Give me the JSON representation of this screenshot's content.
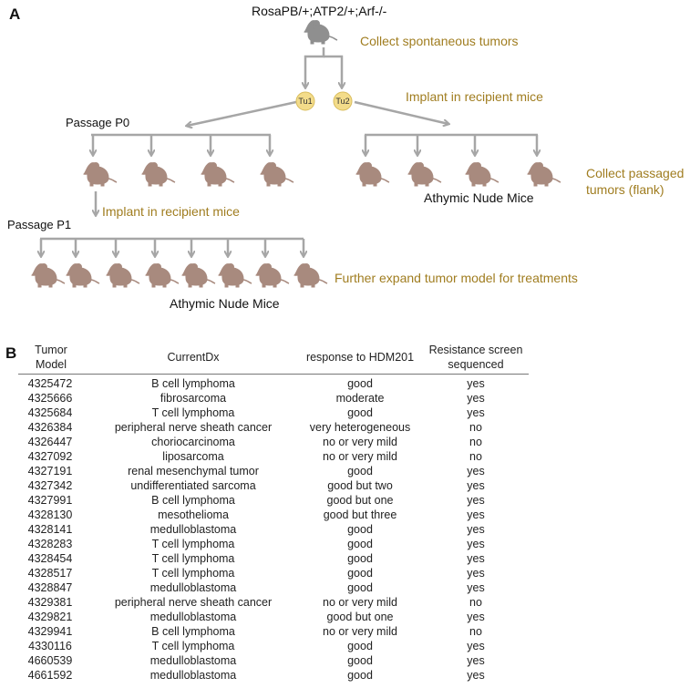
{
  "panel_a": {
    "label": "A",
    "genotype": "RosaPB/+;ATP2/+;Arf-/-",
    "collect_spontaneous": "Collect spontaneous tumors",
    "tumor1": "Tu1",
    "tumor2": "Tu2",
    "implant_top": "Implant in recipient mice",
    "passage_p0": "Passage P0",
    "collect_passaged": "Collect passaged\ntumors (flank)",
    "athymic_right": "Athymic Nude Mice",
    "implant_left": "Implant in recipient mice",
    "passage_p1": "Passage P1",
    "further_expand": "Further expand tumor model for treatments",
    "athymic_bottom": "Athymic Nude Mice",
    "colors": {
      "arrow": "#a6a6a6",
      "mouse_brown": "#a88a7e",
      "mouse_gray": "#8f8f8f",
      "tumor": "#f3dc8a",
      "text_olive": "#a07d20"
    }
  },
  "panel_b": {
    "label": "B",
    "headers": [
      "Tumor\nModel",
      "CurrentDx",
      "response to HDM201",
      "Resistance screen\nsequenced"
    ],
    "rows": [
      [
        "4325472",
        "B cell lymphoma",
        "good",
        "yes"
      ],
      [
        "4325666",
        "fibrosarcoma",
        "moderate",
        "yes"
      ],
      [
        "4325684",
        "T cell lymphoma",
        "good",
        "yes"
      ],
      [
        "4326384",
        "peripheral nerve sheath cancer",
        "very heterogeneous",
        "no"
      ],
      [
        "4326447",
        "choriocarcinoma",
        "no or very mild",
        "no"
      ],
      [
        "4327092",
        "liposarcoma",
        "no or very mild",
        "no"
      ],
      [
        "4327191",
        "renal mesenchymal tumor",
        "good",
        "yes"
      ],
      [
        "4327342",
        "undifferentiated sarcoma",
        "good but two",
        "yes"
      ],
      [
        "4327991",
        "B cell lymphoma",
        "good but one",
        "yes"
      ],
      [
        "4328130",
        "mesothelioma",
        "good but three",
        "yes"
      ],
      [
        "4328141",
        "medulloblastoma",
        "good",
        "yes"
      ],
      [
        "4328283",
        "T cell lymphoma",
        "good",
        "yes"
      ],
      [
        "4328454",
        "T cell lymphoma",
        "good",
        "yes"
      ],
      [
        "4328517",
        "T cell lymphoma",
        "good",
        "yes"
      ],
      [
        "4328847",
        "medulloblastoma",
        "good",
        "yes"
      ],
      [
        "4329381",
        "peripheral nerve sheath cancer",
        "no or very mild",
        "no"
      ],
      [
        "4329821",
        "medulloblastoma",
        "good but one",
        "yes"
      ],
      [
        "4329941",
        "B cell lymphoma",
        "no or very mild",
        "no"
      ],
      [
        "4330116",
        "T cell lymphoma",
        "good",
        "yes"
      ],
      [
        "4660539",
        "medulloblastoma",
        "good",
        "yes"
      ],
      [
        "4661592",
        "medulloblastoma",
        "good",
        "yes"
      ]
    ]
  }
}
